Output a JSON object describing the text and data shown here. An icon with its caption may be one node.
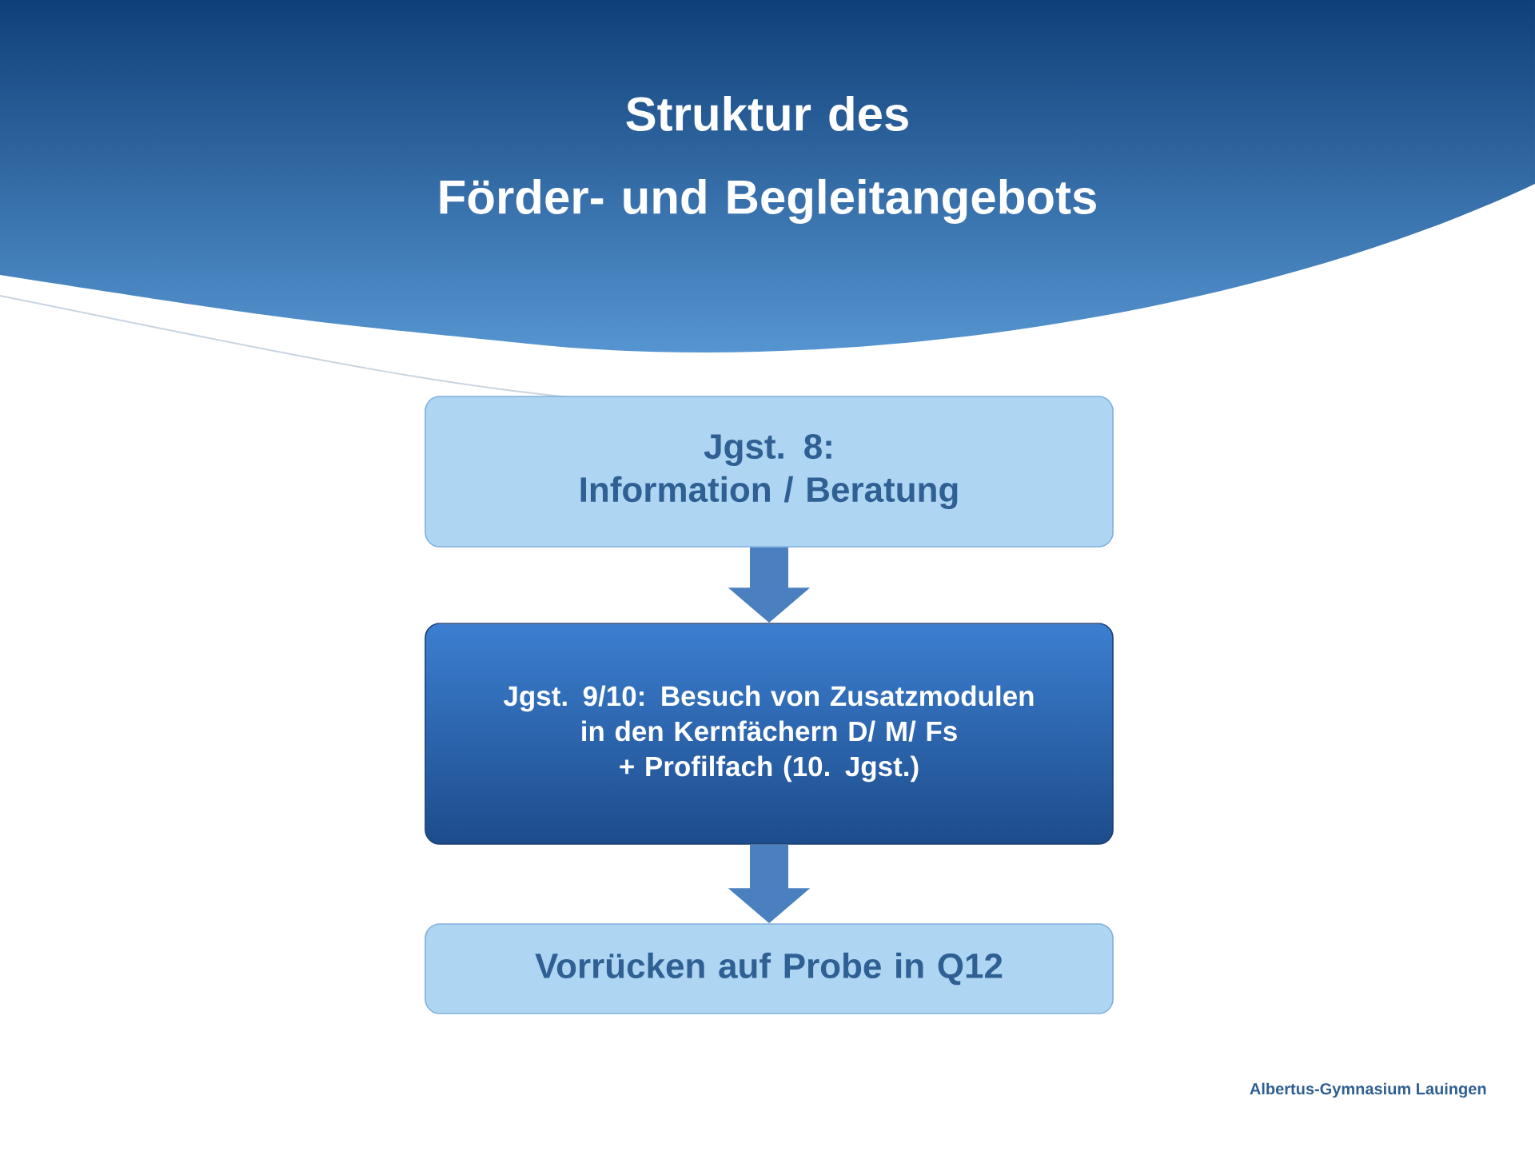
{
  "diagram": {
    "title": "Struktur des Förder- und Begleitangebots",
    "nodes": [
      {
        "text": [
          "Jgst. 8:",
          "Information / Beratung"
        ]
      },
      {
        "text": [
          "Jgst. 9/10: Besuch von Zusatzmodulen in den Kernfächern D/ M/ Fs",
          "+ Profilfach (10. Jgst.)"
        ]
      },
      {
        "text": [
          "Vorrücken auf Probe in Q12"
        ]
      }
    ],
    "edges": [
      {
        "from": 0,
        "to": 1,
        "arrow": "to"
      },
      {
        "from": 1,
        "to": 2,
        "arrow": "to"
      }
    ],
    "labels": [
      "Albertus-Gymnasium Lauingen"
    ]
  }
}
